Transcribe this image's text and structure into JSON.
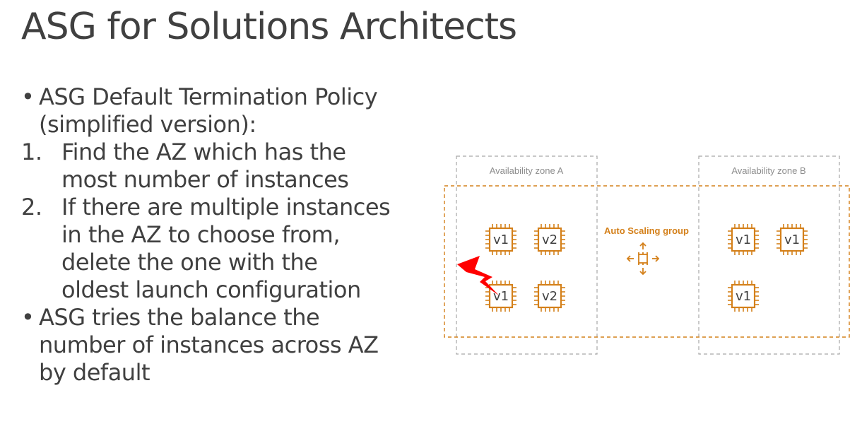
{
  "slide": {
    "title": "ASG for Solutions Architects",
    "items": [
      {
        "type": "bullet",
        "marker": "•",
        "lines": [
          "ASG Default Termination Policy",
          "(simplified version):"
        ]
      },
      {
        "type": "num",
        "marker": "1.",
        "lines": [
          "Find the AZ which has the",
          "most number of instances"
        ]
      },
      {
        "type": "num",
        "marker": "2.",
        "lines": [
          "If there are multiple instances",
          "in the AZ to choose from,",
          "delete the one with the",
          "oldest launch configuration"
        ]
      },
      {
        "type": "bullet",
        "marker": "•",
        "lines": [
          "ASG tries the balance the",
          "number of instances across AZ",
          "by default"
        ]
      }
    ]
  },
  "diagram": {
    "zone_a_label": "Availability zone A",
    "zone_b_label": "Availability zone B",
    "asg_label": "Auto Scaling group",
    "zone_a_instances": [
      "v1",
      "v2",
      "v1",
      "v2"
    ],
    "zone_b_instances": [
      "v1",
      "v1",
      "v1"
    ],
    "colors": {
      "asg_border": "#d4801a",
      "zone_border": "#a6a6a6",
      "chip": "#d4801a",
      "lightning": "#ff0000"
    },
    "icons": {
      "instance": "ec2-instance-chip-icon",
      "asg": "auto-scaling-icon",
      "terminate": "lightning-bolt-icon"
    }
  }
}
